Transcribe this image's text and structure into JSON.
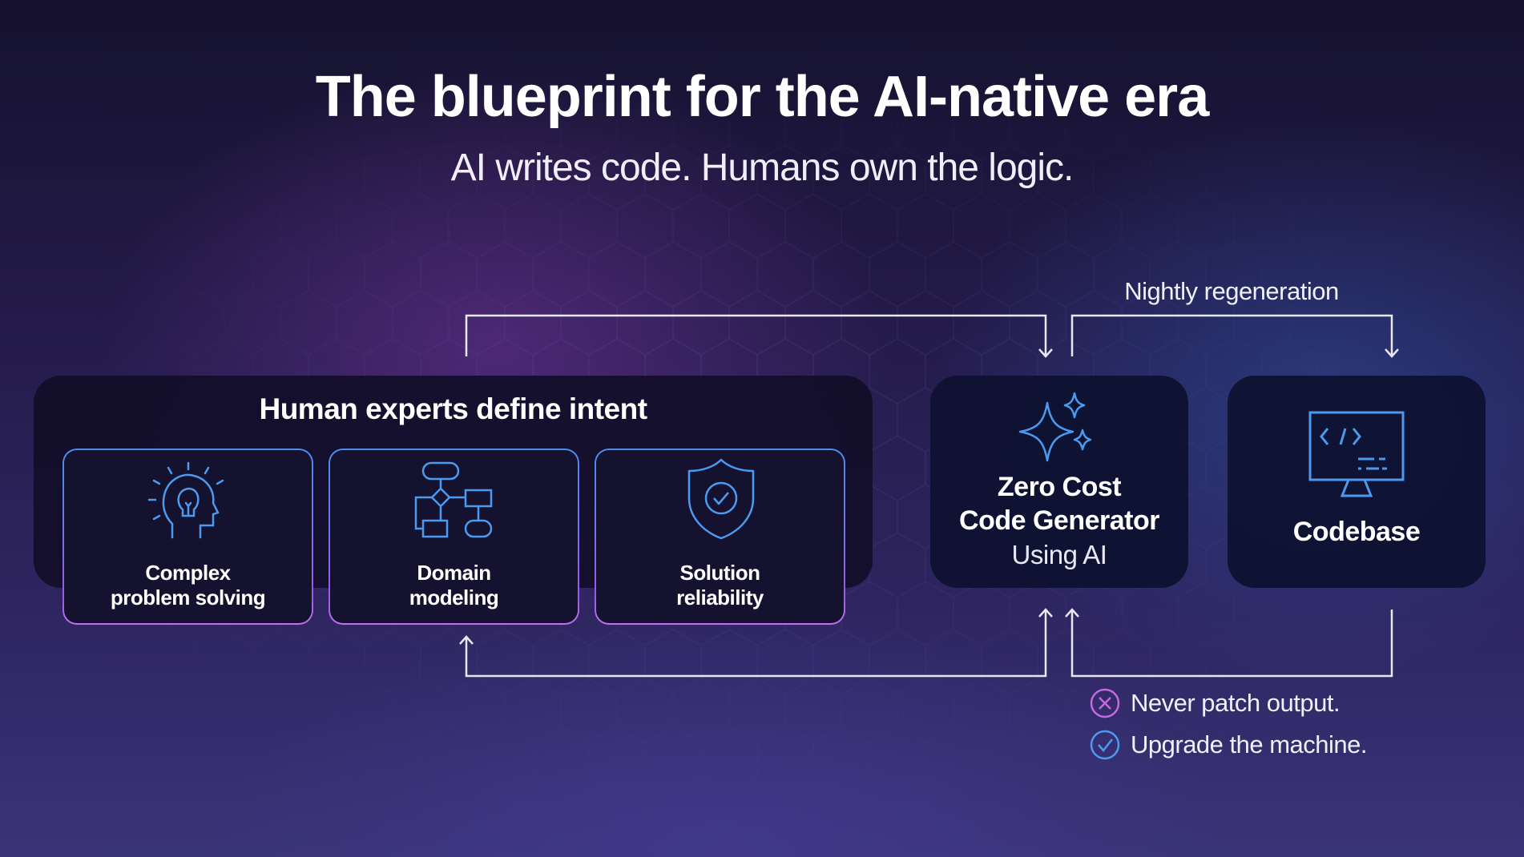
{
  "title": "The blueprint for the AI-native era",
  "subtitle": "AI writes code. Humans own the logic.",
  "human_panel": {
    "heading": "Human experts define intent",
    "cards": [
      {
        "icon": "lightbulb-head-icon",
        "line1": "Complex",
        "line2": "problem solving"
      },
      {
        "icon": "flowchart-icon",
        "line1": "Domain",
        "line2": "modeling"
      },
      {
        "icon": "shield-check-icon",
        "line1": "Solution",
        "line2": "reliability"
      }
    ]
  },
  "generator": {
    "icon": "sparkles-icon",
    "line1": "Zero Cost",
    "line2": "Code Generator",
    "line3": "Using AI"
  },
  "codebase": {
    "icon": "monitor-code-icon",
    "label": "Codebase"
  },
  "flow_label": "Nightly regeneration",
  "legend": [
    {
      "icon": "x-circle-icon",
      "text": "Never patch output.",
      "color": "#c46ae0"
    },
    {
      "icon": "check-circle-icon",
      "text": "Upgrade the machine.",
      "color": "#4a9af0"
    }
  ],
  "colors": {
    "accent_blue": "#4a9af0",
    "accent_purple": "#a05ae8",
    "line": "#e8e8f4"
  }
}
